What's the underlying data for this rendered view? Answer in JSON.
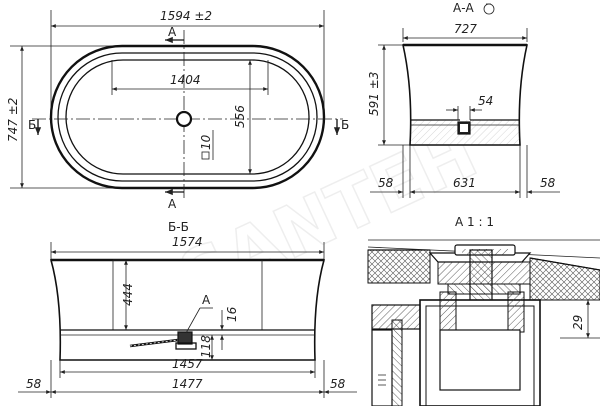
{
  "watermark": "SANTEH",
  "top_view": {
    "overall_length": "1594 ±2",
    "overall_width": "747 ±2",
    "inner_length": "1404",
    "inner_width": "556",
    "drain_square": "10",
    "section_mark_a": "А",
    "section_mark_b": "Б"
  },
  "section_aa": {
    "title": "А-А",
    "top_width": "727",
    "height": "591 ±3",
    "drain_dim": "54",
    "left_offset": "58",
    "base_width": "631",
    "right_offset": "58"
  },
  "section_bb": {
    "title": "Б-Б",
    "top_length": "1574",
    "depth": "444",
    "callout": "А",
    "bottom_thickness": "16",
    "base_height": "118",
    "inner_bottom": "1457",
    "base_length": "1477",
    "left_offset": "58",
    "right_offset": "58"
  },
  "detail_a": {
    "title": "А 1 : 1",
    "dim": "29"
  }
}
